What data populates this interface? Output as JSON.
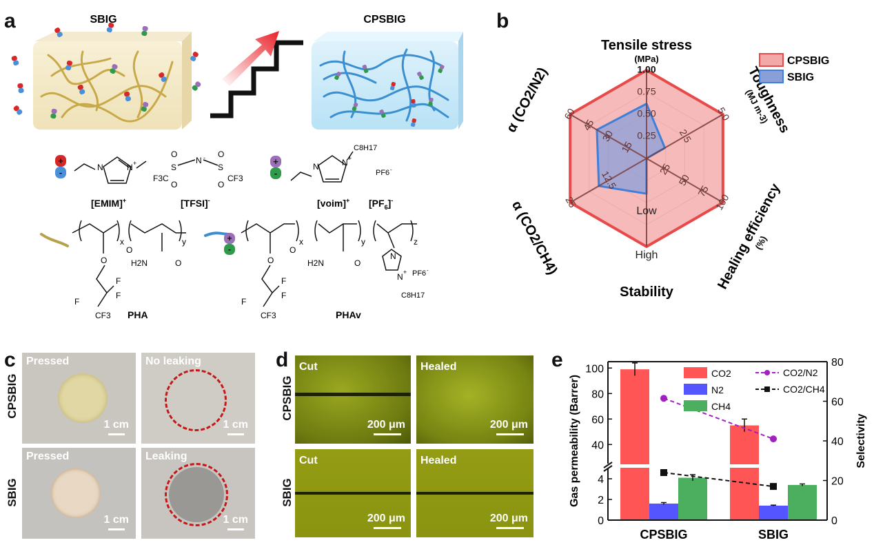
{
  "figure": {
    "panels": {
      "a": {
        "label": "a",
        "sbig_title": "SBIG",
        "cpsbig_title": "CPSBIG",
        "ions": {
          "emim": "[EMIM]",
          "emim_sup": "+",
          "tfsi": "[TFSI]",
          "tfsi_sup": "-",
          "voim": "[voim]",
          "voim_sup": "+",
          "pf6": "[PF",
          "pf6_sub": "6",
          "pf6_end": "]",
          "pf6_sup": "-"
        },
        "polymers": {
          "pha": "PHA",
          "phav": "PHAv"
        },
        "chem": {
          "x": "x",
          "y": "y",
          "z": "z",
          "h2n": "H2N",
          "f": "F",
          "cf3": "CF3",
          "f3c": "F3C",
          "o": "O",
          "s": "S",
          "n": "N",
          "c8h17": "C8H17",
          "pf6_counter": "PF6"
        }
      },
      "b": {
        "label": "b"
      },
      "c": {
        "label": "c",
        "row_labels": [
          "CPSBIG",
          "SBIG"
        ],
        "photos": [
          {
            "caption": "Pressed",
            "scale": "1 cm"
          },
          {
            "caption": "No leaking",
            "scale": "1 cm"
          },
          {
            "caption": "Pressed",
            "scale": "1 cm"
          },
          {
            "caption": "Leaking",
            "scale": "1 cm"
          }
        ]
      },
      "d": {
        "label": "d",
        "row_labels": [
          "CPSBIG",
          "SBIG"
        ],
        "photos": [
          {
            "caption": "Cut",
            "scale": "200 μm"
          },
          {
            "caption": "Healed",
            "scale": "200 μm"
          },
          {
            "caption": "Cut",
            "scale": "200 μm"
          },
          {
            "caption": "Healed",
            "scale": "200 μm"
          }
        ]
      },
      "e": {
        "label": "e"
      }
    }
  },
  "chart_data": [
    {
      "type": "radar",
      "axes": [
        {
          "label": "Tensile stress",
          "unit": "(MPa)",
          "ticks": [
            "0.25",
            "0.50",
            "0.75",
            "1.00"
          ],
          "range": [
            0,
            1
          ]
        },
        {
          "label": "Toughness",
          "unit": "(MJ m-3)",
          "ticks": [
            "2.5",
            "5.0"
          ],
          "range": [
            0,
            5
          ]
        },
        {
          "label": "Healing efficiency",
          "unit": "(%)",
          "ticks": [
            "25",
            "50",
            "75",
            "100"
          ],
          "range": [
            0,
            100
          ]
        },
        {
          "label": "Stability",
          "unit": "",
          "ticks": [
            "Low",
            "High"
          ],
          "range": [
            0,
            1
          ]
        },
        {
          "label": "α (CO2/CH4)",
          "unit": "",
          "ticks": [
            "12.5",
            "25"
          ],
          "range": [
            0,
            25
          ]
        },
        {
          "label": "α (CO2/N2)",
          "unit": "",
          "ticks": [
            "15",
            "30",
            "45",
            "60"
          ],
          "range": [
            0,
            60
          ]
        }
      ],
      "series": [
        {
          "name": "CPSBIG",
          "values": [
            1.0,
            5.0,
            100,
            1.0,
            25,
            60
          ],
          "color": "#e84a4a",
          "fill": "#f4a9a9"
        },
        {
          "name": "SBIG",
          "values": [
            0.62,
            1.2,
            0,
            0.4,
            15.6,
            39
          ],
          "color": "#3d7fd9",
          "fill": "#8a9fd8"
        }
      ],
      "legend_position": "top-right"
    },
    {
      "type": "bar",
      "categories": [
        "CPSBIG",
        "SBIG"
      ],
      "ylabel": "Gas permeability (Barrer)",
      "y2label": "Selectivity",
      "ylim_lower": [
        0,
        5
      ],
      "ylim_upper": [
        25,
        105
      ],
      "y_ticks": [
        "0",
        "2",
        "4",
        "40",
        "60",
        "80",
        "100"
      ],
      "y2lim": [
        0,
        80
      ],
      "y2_ticks": [
        "0",
        "20",
        "40",
        "60",
        "80"
      ],
      "series": [
        {
          "name": "CO2",
          "values": [
            99,
            55
          ],
          "errors": [
            5,
            5
          ],
          "color": "#ff5555"
        },
        {
          "name": "N2",
          "values": [
            1.6,
            1.4
          ],
          "errors": [
            0.1,
            0.05
          ],
          "color": "#5555ff"
        },
        {
          "name": "CH4",
          "values": [
            4.1,
            3.4
          ],
          "errors": [
            0.3,
            0.1
          ],
          "color": "#4caf5f"
        }
      ],
      "selectivity": [
        {
          "name": "CO2/N2",
          "values": [
            61.5,
            41
          ],
          "color": "#a020c0",
          "marker": "circle"
        },
        {
          "name": "CO2/CH4",
          "values": [
            24,
            17
          ],
          "color": "#111111",
          "marker": "square"
        }
      ],
      "legend_position": "top"
    }
  ]
}
